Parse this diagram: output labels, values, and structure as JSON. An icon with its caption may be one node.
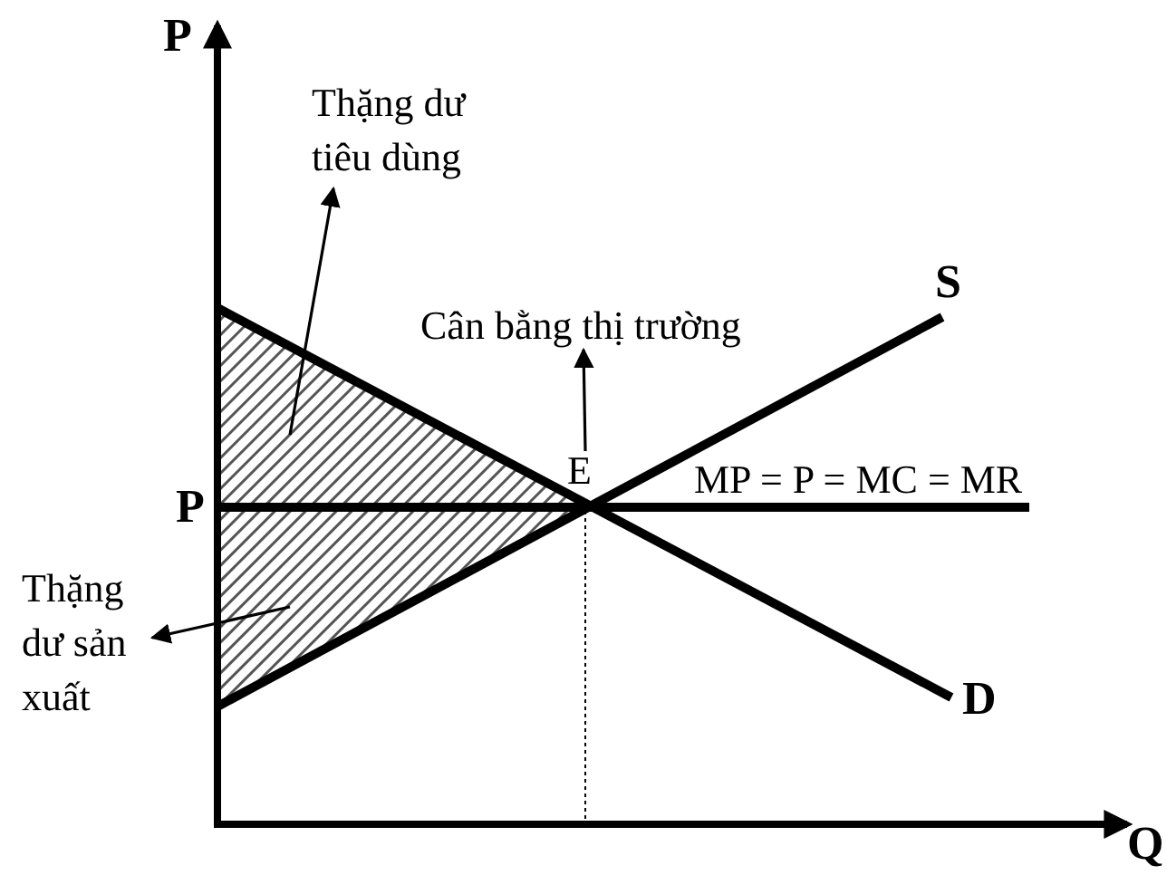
{
  "diagram": {
    "nodes": [
      {
        "text": [
          "Thặng dư tiêu dùng"
        ]
      },
      {
        "text": [],
        "shape": "triangle"
      },
      {
        "text": [
          "Thặng dư sản xuất"
        ]
      },
      {
        "text": [],
        "shape": "triangle"
      },
      {
        "text": [
          "Cân bằng thị trường"
        ]
      },
      {
        "text": [
          "E"
        ]
      }
    ],
    "edges": [
      {
        "from": 1,
        "to": 0,
        "arrow": "to"
      },
      {
        "from": 3,
        "to": 2,
        "arrow": "to"
      },
      {
        "from": 5,
        "to": 4,
        "arrow": "to"
      }
    ],
    "labels": [
      "P",
      "S",
      "MP = P = MC = MR",
      "P",
      "D",
      "Q"
    ]
  }
}
